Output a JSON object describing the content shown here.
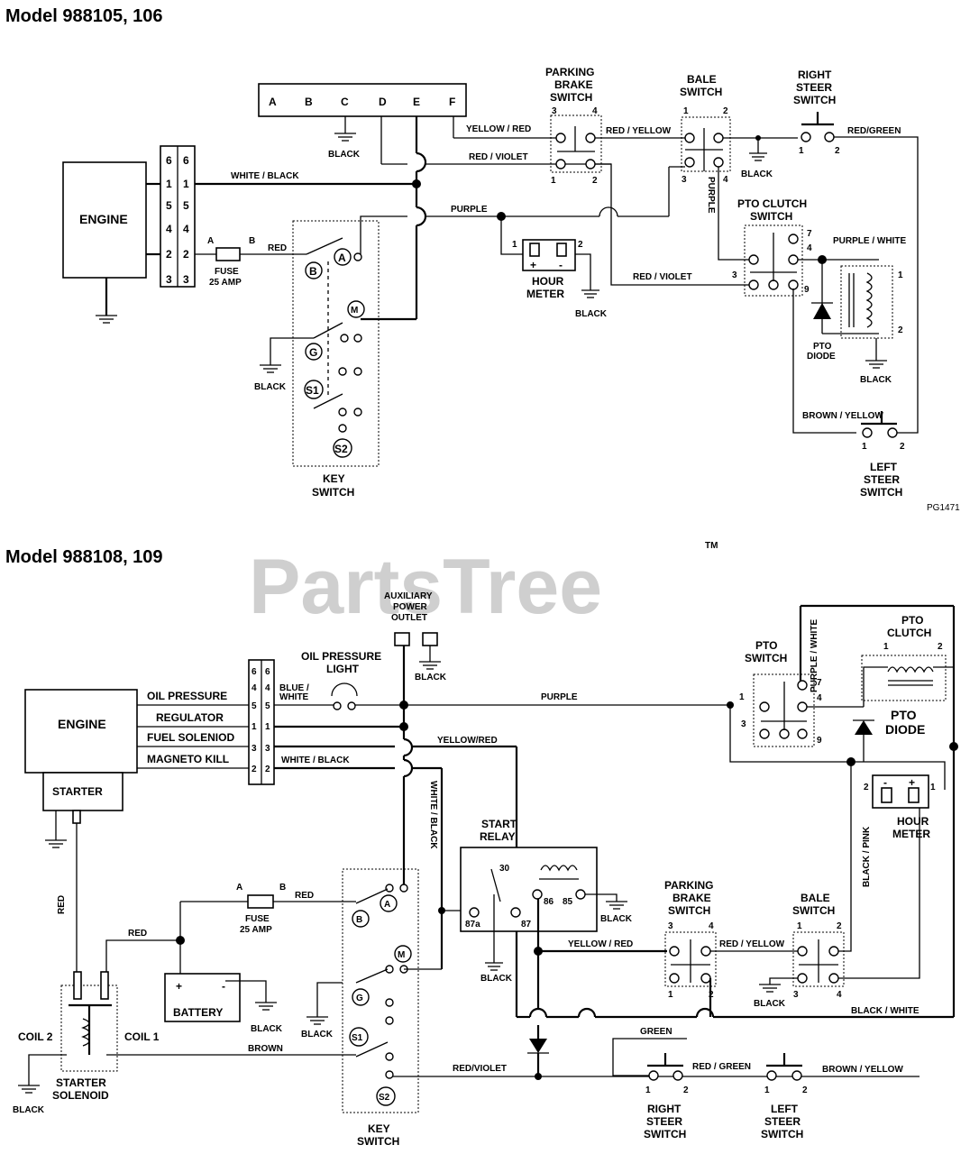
{
  "watermark": {
    "text": "PartsTree",
    "tm": "TM"
  },
  "top": {
    "title": "Model 988105, 106",
    "ref": "PG1471",
    "engine": "ENGINE",
    "connector_a": [
      "6",
      "1",
      "5",
      "4",
      "2",
      "3"
    ],
    "connector_b": [
      "6",
      "1",
      "5",
      "4",
      "2",
      "3"
    ],
    "terminal_strip": [
      "A",
      "B",
      "C",
      "D",
      "E",
      "F"
    ],
    "wires": {
      "white_black": "WHITE / BLACK",
      "red": "RED",
      "purple": "PURPLE",
      "yellow_red": "YELLOW / RED",
      "red_violet_1": "RED / VIOLET",
      "red_violet_2": "RED / VIOLET",
      "red_yellow": "RED / YELLOW",
      "red_green": "RED/GREEN",
      "purple_vert": "PURPLE",
      "purple_white": "PURPLE / WHITE",
      "brown_yellow": "BROWN / YELLOW"
    },
    "fuse": {
      "label": "FUSE",
      "rating": "25 AMP",
      "a": "A",
      "b": "B"
    },
    "key_switch": {
      "label_1": "KEY",
      "label_2": "SWITCH",
      "terms": [
        "A",
        "B",
        "M",
        "G",
        "S1",
        "S2"
      ]
    },
    "parking_brake": {
      "l1": "PARKING",
      "l2": "BRAKE",
      "l3": "SWITCH",
      "pins": [
        "3",
        "4",
        "1",
        "2"
      ]
    },
    "bale": {
      "l1": "BALE",
      "l2": "SWITCH",
      "pins": [
        "1",
        "2",
        "3",
        "4"
      ]
    },
    "right_steer": {
      "l1": "RIGHT",
      "l2": "STEER",
      "l3": "SWITCH",
      "pins": [
        "1",
        "2"
      ]
    },
    "pto_clutch_switch": {
      "l1": "PTO CLUTCH",
      "l2": "SWITCH",
      "pins": [
        "7",
        "4",
        "3",
        "9"
      ]
    },
    "hour_meter": {
      "l1": "HOUR",
      "l2": "METER",
      "pins": [
        "1",
        "2"
      ],
      "plus": "+",
      "minus": "-"
    },
    "pto_diode": {
      "l1": "PTO",
      "l2": "DIODE"
    },
    "coil_pins": [
      "1",
      "2"
    ],
    "left_steer": {
      "l1": "LEFT",
      "l2": "STEER",
      "l3": "SWITCH",
      "pins": [
        "1",
        "2"
      ]
    },
    "black": "BLACK"
  },
  "bottom": {
    "title": "Model 988108, 109",
    "engine": "ENGINE",
    "starter": "STARTER",
    "engine_wires": [
      "OIL PRESSURE",
      "REGULATOR",
      "FUEL SOLENIOD",
      "MAGNETO KILL"
    ],
    "connector_a": [
      "6",
      "4",
      "5",
      "1",
      "3",
      "2"
    ],
    "connector_b": [
      "6",
      "4",
      "5",
      "1",
      "3",
      "2"
    ],
    "aux": {
      "l1": "AUXILIARY",
      "l2": "POWER",
      "l3": "OUTLET"
    },
    "oil_light": {
      "l1": "OIL PRESSURE",
      "l2": "LIGHT"
    },
    "wires": {
      "blue_white_1": "BLUE /",
      "blue_white_2": "WHITE",
      "purple": "PURPLE",
      "yellow_red": "YELLOW/RED",
      "white_black_h": "WHITE / BLACK",
      "white_black_v": "WHITE / BLACK",
      "red_v": "RED",
      "red_1": "RED",
      "red_2": "RED",
      "brown": "BROWN",
      "yellow_red_2": "YELLOW / RED",
      "red_yellow": "RED / YELLOW",
      "green": "GREEN",
      "red_violet": "RED/VIOLET",
      "red_green": "RED / GREEN",
      "brown_yellow": "BROWN / YELLOW",
      "black_white": "BLACK / WHITE",
      "black_pink": "BLACK / PINK",
      "purple_white": "PURPLE / WHITE"
    },
    "fuse": {
      "label": "FUSE",
      "rating": "25 AMP",
      "a": "A",
      "b": "B"
    },
    "battery": {
      "label": "BATTERY",
      "plus": "+",
      "minus": "-"
    },
    "solenoid": {
      "l1": "STARTER",
      "l2": "SOLENOID",
      "coil1": "COIL 1",
      "coil2": "COIL 2"
    },
    "key_switch": {
      "label_1": "KEY",
      "label_2": "SWITCH",
      "terms": [
        "A",
        "B",
        "M",
        "G",
        "S1",
        "S2"
      ]
    },
    "start_relay": {
      "l1": "START",
      "l2": "RELAY",
      "pins": [
        "30",
        "87a",
        "87",
        "86",
        "85"
      ]
    },
    "parking_brake": {
      "l1": "PARKING",
      "l2": "BRAKE",
      "l3": "SWITCH",
      "pins": [
        "3",
        "4",
        "1",
        "2"
      ]
    },
    "bale": {
      "l1": "BALE",
      "l2": "SWITCH",
      "pins": [
        "1",
        "2",
        "3",
        "4"
      ]
    },
    "pto_switch": {
      "l1": "PTO",
      "l2": "SWITCH",
      "pins": [
        "1",
        "7",
        "4",
        "3",
        "9"
      ]
    },
    "pto_clutch": {
      "l1": "PTO",
      "l2": "CLUTCH",
      "pins": [
        "1",
        "2"
      ]
    },
    "pto_diode": {
      "l1": "PTO",
      "l2": "DIODE"
    },
    "hour_meter": {
      "l1": "HOUR",
      "l2": "METER",
      "pins": [
        "2",
        "1"
      ],
      "plus": "+",
      "minus": "-"
    },
    "right_steer": {
      "l1": "RIGHT",
      "l2": "STEER",
      "l3": "SWITCH",
      "pins": [
        "1",
        "2"
      ]
    },
    "left_steer": {
      "l1": "LEFT",
      "l2": "STEER",
      "l3": "SWITCH",
      "pins": [
        "1",
        "2"
      ]
    },
    "black": "BLACK"
  }
}
